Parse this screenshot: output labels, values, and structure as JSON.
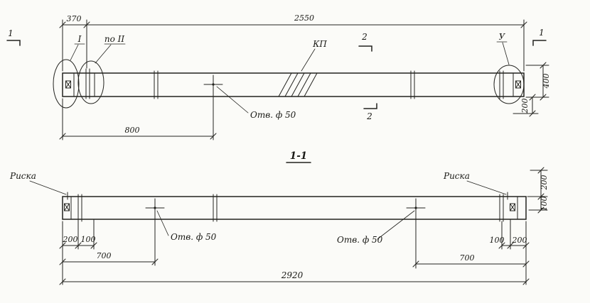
{
  "colors": {
    "ink": "#23231f",
    "paper": "#fbfbf8"
  },
  "top_view": {
    "dim_370": "370",
    "dim_2550": "2550",
    "dim_800": "800",
    "dim_400": "400",
    "dim_200": "200",
    "section1_left": "1",
    "section1_right": "1",
    "detail_I": "I",
    "view_II": "по II",
    "kp_label": "КП",
    "section2_top": "2",
    "section2_bottom": "2",
    "detail_U": "У",
    "hole_label": "Отв. ф 50"
  },
  "section_view": {
    "title": "1-1",
    "riska_left": "Риска",
    "riska_right": "Риска",
    "hole_label_left": "Отв. ф 50",
    "hole_label_right": "Отв. ф 50",
    "dim_200_left": "200",
    "dim_100_left": "100",
    "dim_700_left": "700",
    "dim_100_right": "100",
    "dim_200_right": "200",
    "dim_700_right": "700",
    "dim_2920": "2920",
    "side_dim_200": "200",
    "side_dim_100": "100"
  }
}
